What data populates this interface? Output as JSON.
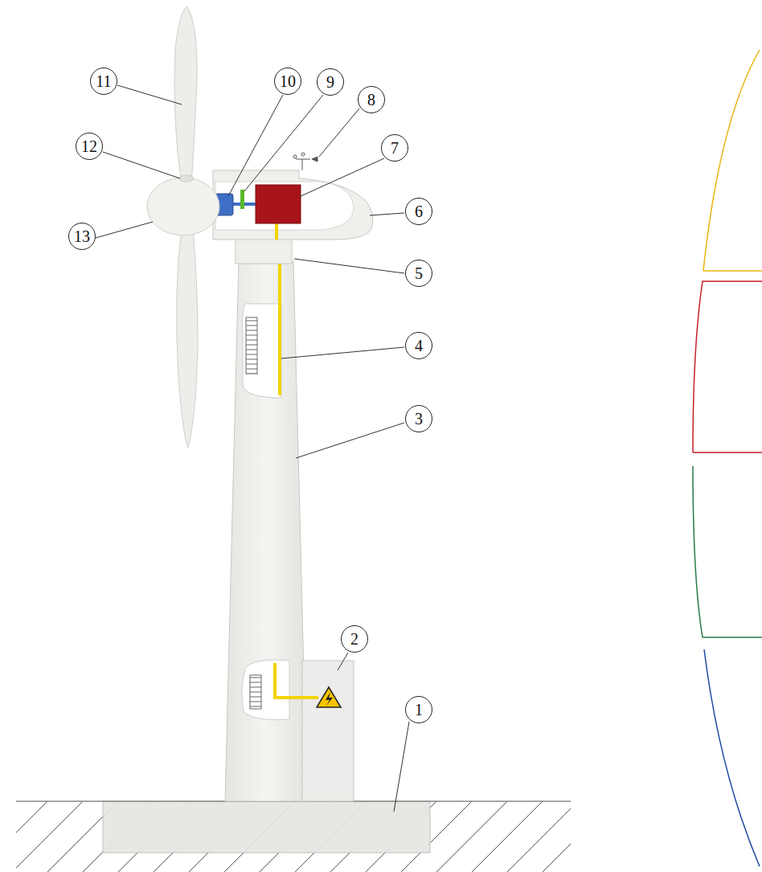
{
  "diagram": {
    "nodes": [
      {
        "text": [
          "1"
        ]
      },
      {
        "text": [
          "2"
        ]
      },
      {
        "text": [
          "3"
        ]
      },
      {
        "text": [
          "4"
        ]
      },
      {
        "text": [
          "5"
        ]
      },
      {
        "text": [
          "6"
        ]
      },
      {
        "text": [
          "7"
        ]
      },
      {
        "text": [
          "8"
        ]
      },
      {
        "text": [
          "9"
        ]
      },
      {
        "text": [
          "10"
        ]
      },
      {
        "text": [
          "11"
        ]
      },
      {
        "text": [
          "12"
        ]
      },
      {
        "text": [
          "13"
        ]
      }
    ],
    "edges": []
  }
}
